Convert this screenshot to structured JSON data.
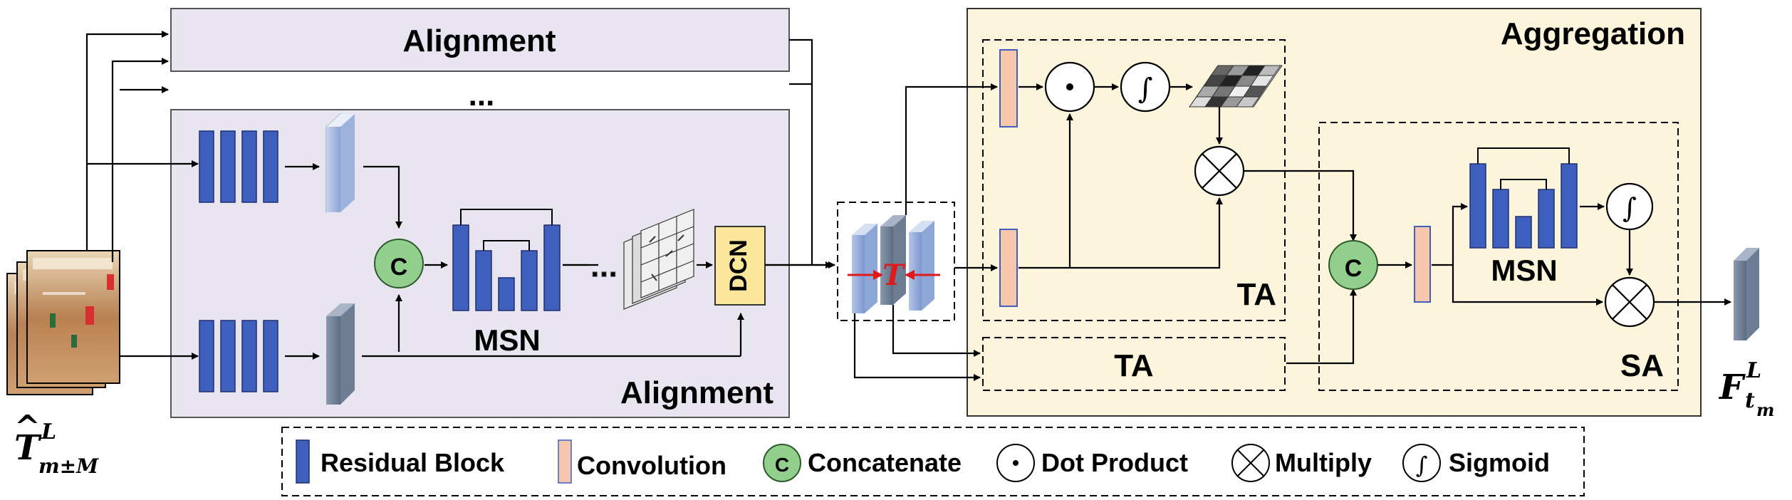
{
  "alignment_top_label": "Alignment",
  "alignment_main_label": "Alignment",
  "ellipsis_label": "...",
  "aggregation_label": "Aggregation",
  "msn_label_alignment": "MSN",
  "msn_label_sa": "MSN",
  "dcn_label": "DCN",
  "concat_glyph": "C",
  "ta_upper_label": "TA",
  "ta_lower_label": "TA",
  "sa_label": "SA",
  "t_glyph": "T",
  "input_var": {
    "base": "T",
    "sup": "L",
    "sub": "m±M"
  },
  "output_var": {
    "base": "F",
    "sup": "L",
    "sub": "t",
    "subsub": "m"
  },
  "legend": {
    "residual_block": "Residual Block",
    "convolution": "Convolution",
    "concatenate": "Concatenate",
    "dot_product": "Dot Product",
    "multiply": "Multiply",
    "sigmoid": "Sigmoid"
  },
  "colors": {
    "residual_block": "#3f5fbf",
    "convolution": "#f6c6ad",
    "concatenate_fill": "#92cf8c",
    "alignment_bg": "#e8e4f0",
    "aggregation_bg": "#fcf5dc",
    "dcn_fill": "#fbe79a",
    "t_red": "#e0191b"
  }
}
